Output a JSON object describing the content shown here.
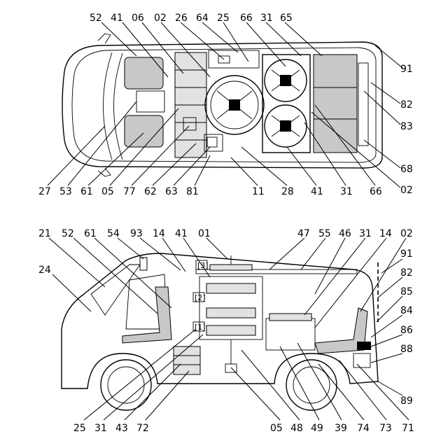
{
  "top_view": {
    "labels_top": [
      "52",
      "41",
      "06",
      "02",
      "26",
      "64",
      "25",
      "66",
      "31",
      "65"
    ],
    "labels_right": [
      "91",
      "82",
      "83",
      "68",
      "02"
    ],
    "labels_bottom": [
      "27",
      "53",
      "61",
      "05",
      "77",
      "62",
      "63",
      "81",
      "11",
      "28",
      "41",
      "31",
      "66"
    ]
  },
  "side_view": {
    "labels_top": [
      "21",
      "52",
      "61",
      "54",
      "93",
      "14",
      "41",
      "01",
      "47",
      "55",
      "46",
      "31",
      "14",
      "02"
    ],
    "labels_left": [
      "24"
    ],
    "labels_right": [
      "91",
      "82",
      "85",
      "84",
      "86",
      "88",
      "89"
    ],
    "labels_bottom": [
      "25",
      "31",
      "43",
      "72",
      "05",
      "48",
      "49",
      "39",
      "74",
      "73",
      "71"
    ],
    "stack_levels": [
      "[3]",
      "[2]",
      "[1]"
    ]
  }
}
